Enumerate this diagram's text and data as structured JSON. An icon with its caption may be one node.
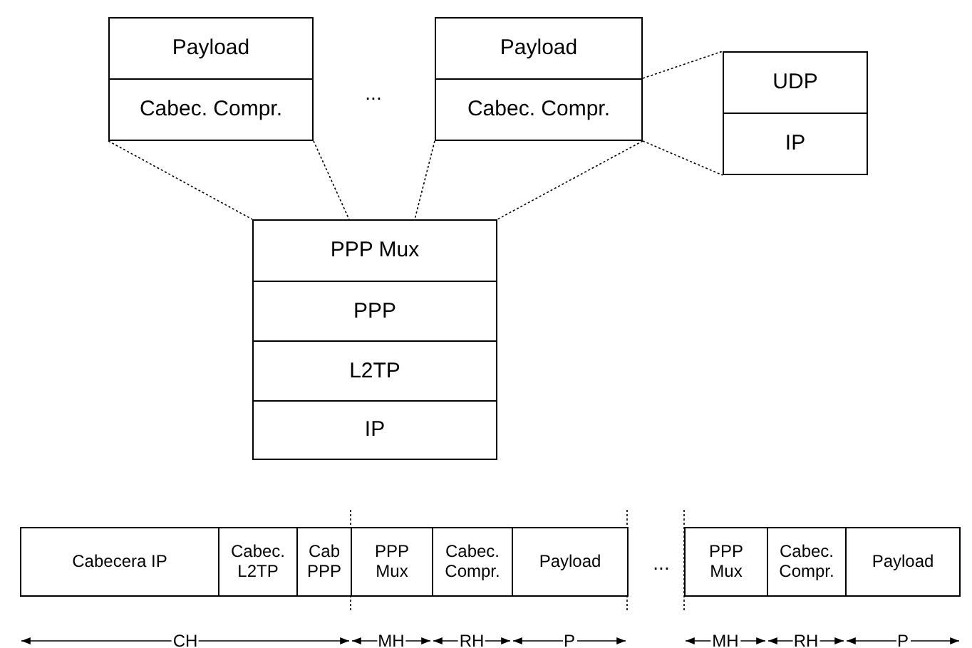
{
  "diagram": {
    "nodes": [
      {
        "text": [
          "Payload"
        ]
      },
      {
        "text": [
          "Cabec. Compr."
        ]
      },
      {
        "text": [
          "Payload"
        ]
      },
      {
        "text": [
          "Cabec. Compr."
        ]
      },
      {
        "text": [
          "UDP"
        ]
      },
      {
        "text": [
          "IP"
        ]
      },
      {
        "text": [
          "PPP Mux"
        ]
      },
      {
        "text": [
          "PPP"
        ]
      },
      {
        "text": [
          "L2TP"
        ]
      },
      {
        "text": [
          "IP"
        ]
      },
      {
        "text": [
          "Cabecera IP"
        ]
      },
      {
        "text": [
          "Cabec. L2TP"
        ]
      },
      {
        "text": [
          "Cab PPP"
        ]
      },
      {
        "text": [
          "PPP Mux"
        ]
      },
      {
        "text": [
          "Cabec. Compr."
        ]
      },
      {
        "text": [
          "Payload"
        ]
      },
      {
        "text": [
          "PPP Mux"
        ]
      },
      {
        "text": [
          "Cabec. Compr."
        ]
      },
      {
        "text": [
          "Payload"
        ]
      }
    ],
    "edges": [
      {
        "from": 1,
        "to": 6,
        "arrow": "none",
        "style": "dashed"
      },
      {
        "from": 1,
        "to": 6,
        "arrow": "none",
        "style": "dashed"
      },
      {
        "from": 3,
        "to": 6,
        "arrow": "none",
        "style": "dashed"
      },
      {
        "from": 3,
        "to": 6,
        "arrow": "none",
        "style": "dashed"
      },
      {
        "from": 3,
        "to": 4,
        "arrow": "none",
        "style": "dashed"
      },
      {
        "from": 3,
        "to": 5,
        "arrow": "none",
        "style": "dashed"
      }
    ],
    "labels": [
      "...",
      "...",
      "CH",
      "MH",
      "RH",
      "P",
      "MH",
      "RH",
      "P"
    ]
  }
}
